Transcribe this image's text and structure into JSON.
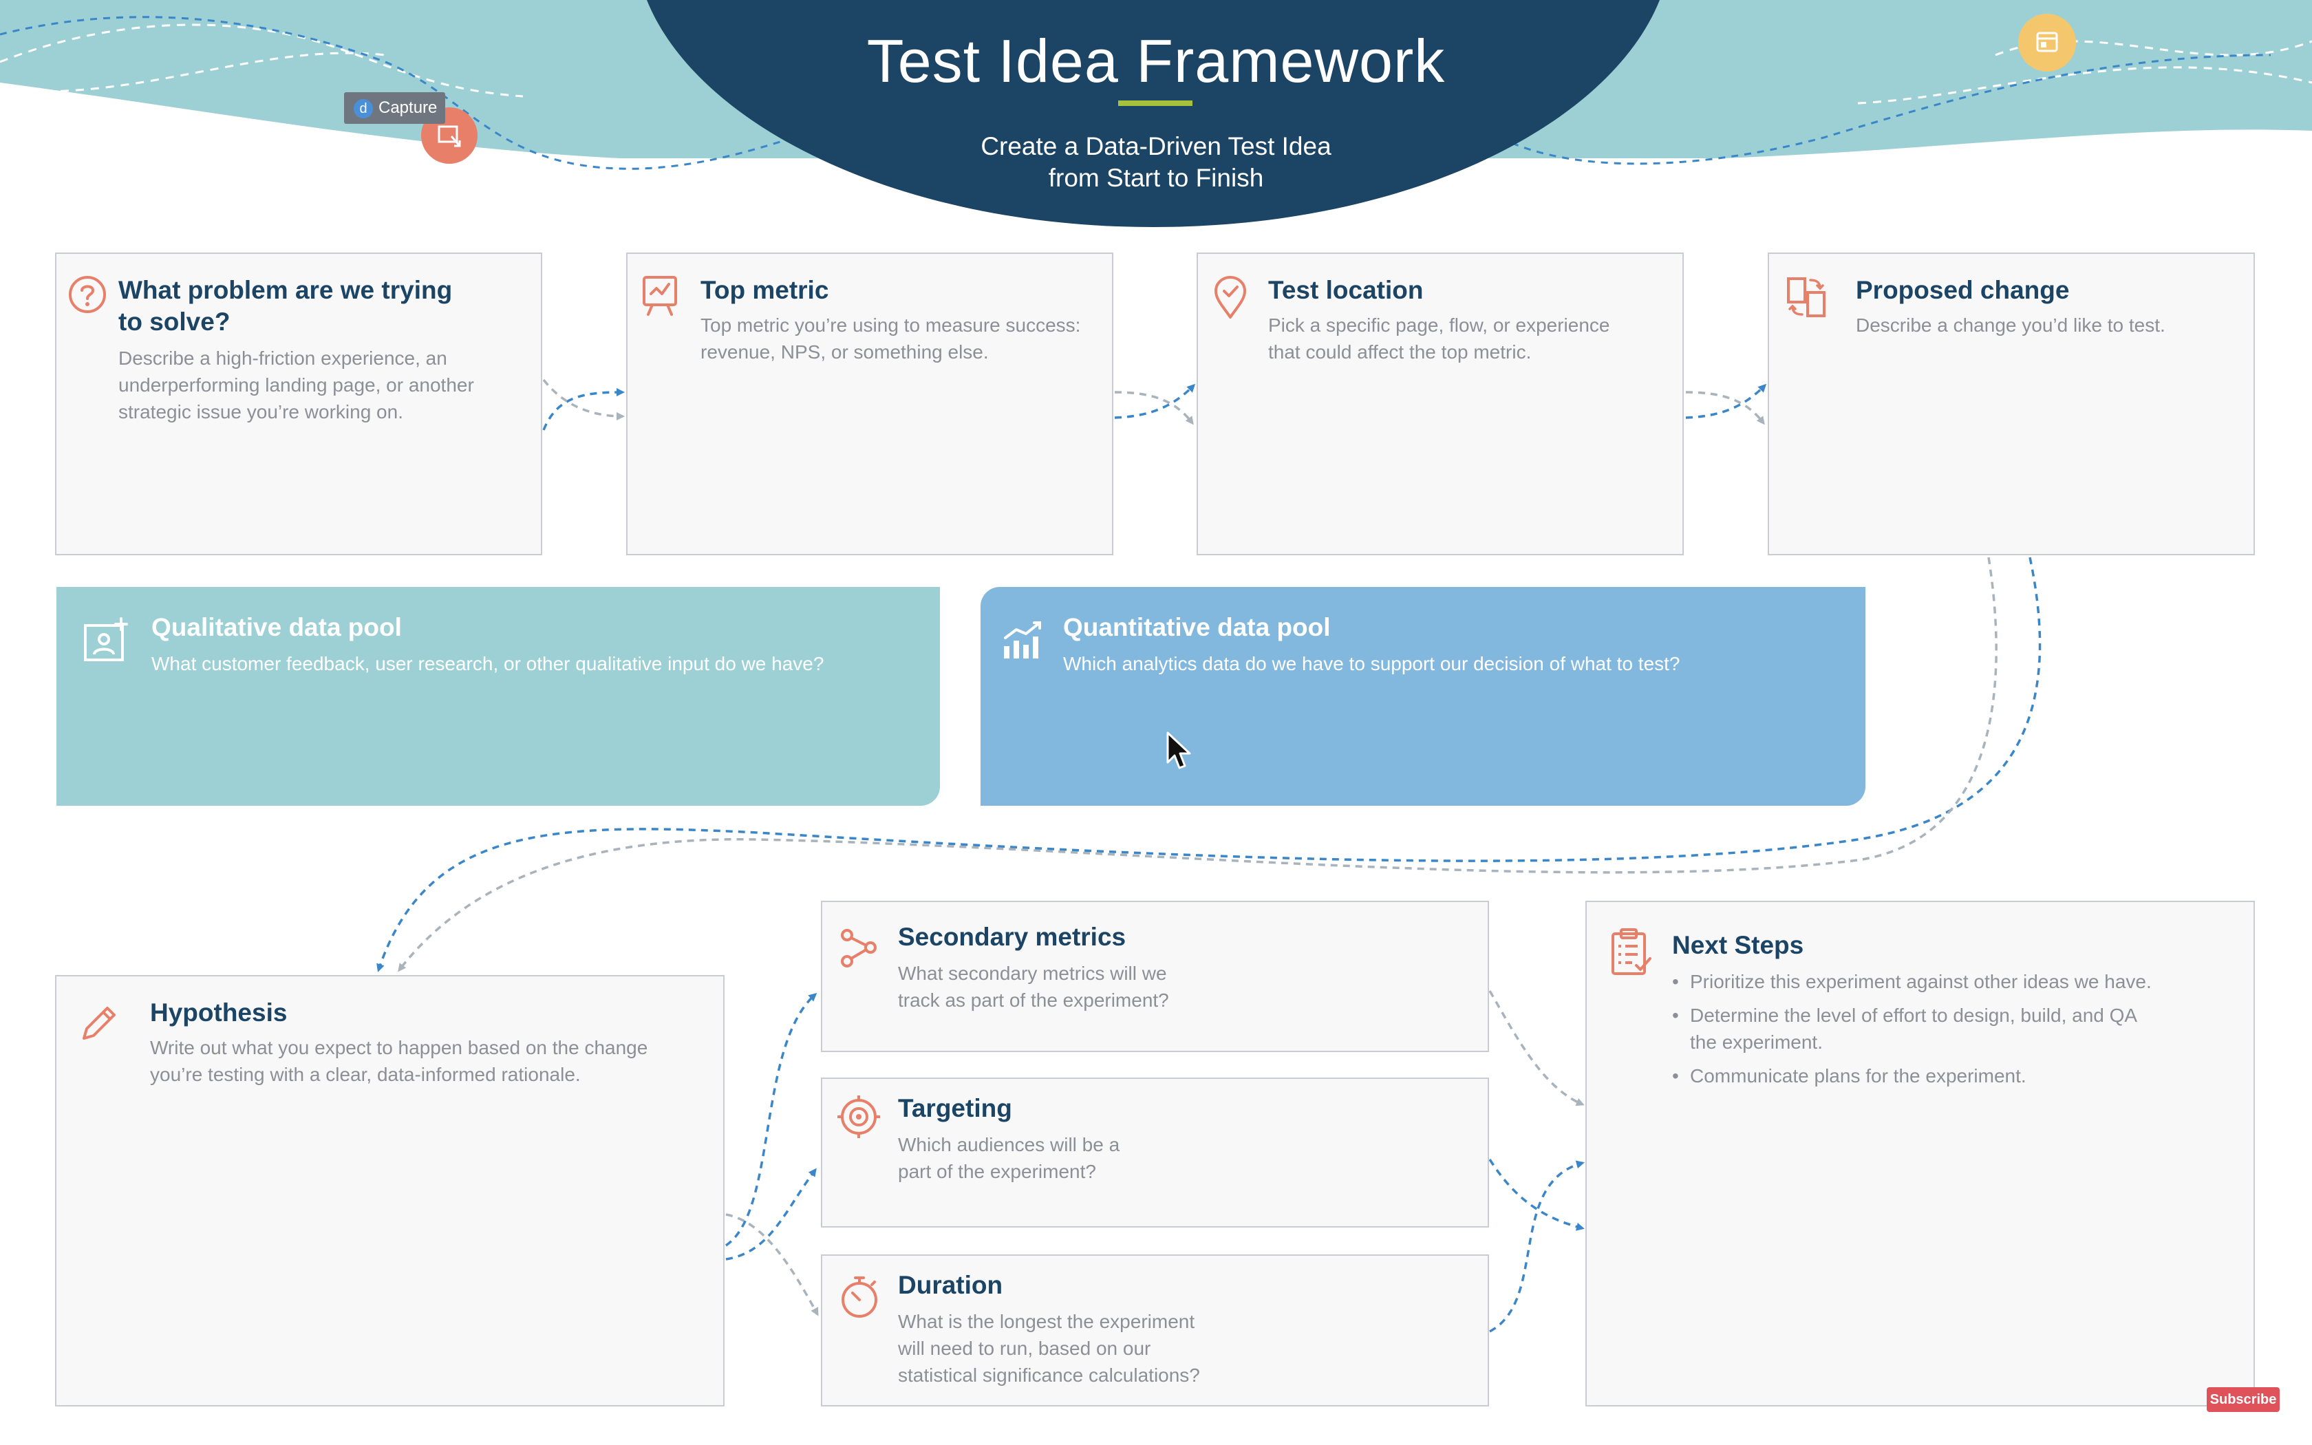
{
  "header": {
    "title": "Test Idea Framework",
    "subtitle_line1": "Create a Data-Driven Test Idea",
    "subtitle_line2": "from Start to Finish"
  },
  "overlay": {
    "capture_label": "Capture",
    "subscribe_label": "Subscribe"
  },
  "cards": {
    "problem": {
      "title_line1": "What problem are we trying",
      "title_line2": "to solve?",
      "desc_line1": "Describe a high-friction experience, an",
      "desc_line2": "underperforming landing page, or another",
      "desc_line3": "strategic issue you’re working on.",
      "icon": "question-icon"
    },
    "top_metric": {
      "title": "Top metric",
      "desc_line1": "Top metric you’re using to measure success:",
      "desc_line2": "revenue, NPS, or something else.",
      "icon": "chart-board-icon"
    },
    "test_location": {
      "title": "Test location",
      "desc_line1": "Pick a specific page, flow, or experience",
      "desc_line2": "that could affect the top metric.",
      "icon": "map-pin-icon"
    },
    "proposed_change": {
      "title": "Proposed change",
      "desc_line1": "Describe a change you’d like to test.",
      "icon": "swap-documents-icon"
    },
    "qualitative": {
      "title": "Qualitative data pool",
      "desc": "What customer feedback, user research, or other qualitative input do we have?",
      "icon": "person-board-icon"
    },
    "quantitative": {
      "title": "Quantitative data pool",
      "desc": "Which analytics data do we have to support our decision of what to test?",
      "icon": "bar-chart-icon"
    },
    "hypothesis": {
      "title": "Hypothesis",
      "desc_line1": "Write out what you expect to happen based on the change",
      "desc_line2": "you’re testing with a clear, data-informed rationale.",
      "icon": "pencil-icon"
    },
    "secondary_metrics": {
      "title": "Secondary metrics",
      "desc_line1": "What secondary metrics will we",
      "desc_line2": "track as part of the experiment?",
      "icon": "share-nodes-icon"
    },
    "targeting": {
      "title": "Targeting",
      "desc_line1": "Which audiences will be a",
      "desc_line2": "part of the experiment?",
      "icon": "target-icon"
    },
    "duration": {
      "title": "Duration",
      "desc_line1": "What is the longest the experiment",
      "desc_line2": "will need to run, based on our",
      "desc_line3": "statistical significance calculations?",
      "icon": "stopwatch-icon"
    },
    "next_steps": {
      "title": "Next Steps",
      "bullet1": "Prioritize this experiment against other ideas we have.",
      "bullet2_line1": "Determine the level of effort to design, build, and QA",
      "bullet2_line2": "the experiment.",
      "bullet3": "Communicate plans for the experiment.",
      "icon": "clipboard-check-icon"
    }
  },
  "colors": {
    "navy": "#1c4465",
    "teal": "#9dd0d4",
    "blue": "#82b8dd",
    "accent_orange": "#e77f69",
    "rule_green": "#a6c23a",
    "arrow_blue": "#3a86c8",
    "arrow_gray": "#a9b3bc"
  }
}
